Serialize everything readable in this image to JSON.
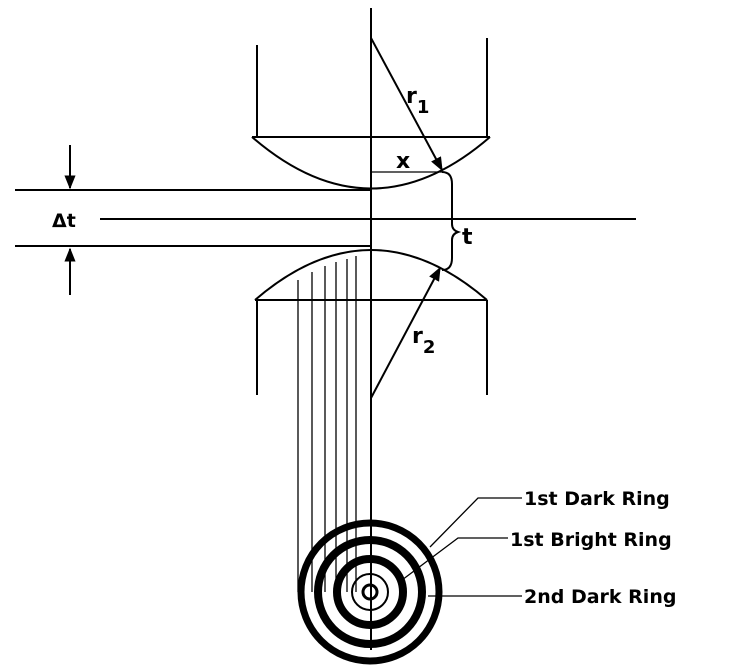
{
  "labels": {
    "r1_main": "r",
    "r1_sub": "1",
    "r2_main": "r",
    "r2_sub": "2",
    "x": "x",
    "t": "t",
    "delta_t": "Δt"
  },
  "rings": {
    "first_dark": "1st Dark Ring",
    "first_bright": "1st Bright Ring",
    "second_dark": "2nd Dark Ring"
  }
}
